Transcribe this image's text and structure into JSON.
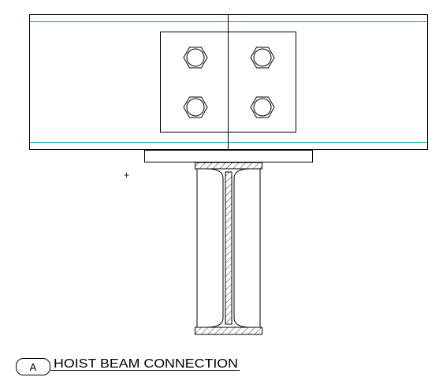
{
  "detail": {
    "tag": "A",
    "title": "HOIST BEAM CONNECTION"
  },
  "colors": {
    "line": "#000000",
    "flange_line": "#1aa3b0",
    "background": "#ffffff"
  },
  "bolt_count": 4
}
